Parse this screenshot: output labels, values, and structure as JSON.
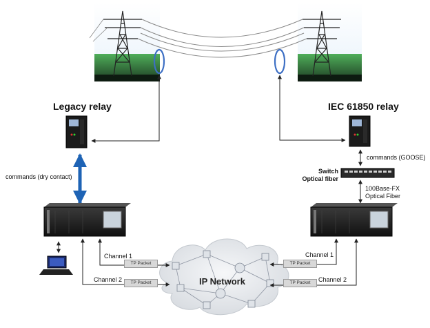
{
  "legacy_relay": {
    "title": "Legacy relay"
  },
  "iec_relay": {
    "title": "IEC 61850 relay"
  },
  "links": {
    "commands_dry_contact": "commands (dry contact)",
    "commands_goose": "commands (GOOSE)",
    "switch_line1": "Switch",
    "switch_line2": "Optical fiber",
    "fiber_line1": "100Base-FX",
    "fiber_line2": "Optical Fiber"
  },
  "channels": {
    "left_ch1": "Channel 1",
    "left_ch2": "Channel 2",
    "right_ch1": "Channel 1",
    "right_ch2": "Channel 2",
    "packet": "TP Packet"
  },
  "network": {
    "label": "IP Network"
  },
  "colors": {
    "command_link": "#1e63b5",
    "arrow": "#222222",
    "cloud": "#e3e6ea",
    "coil": "#3d6fc4"
  },
  "icons": [
    "transmission-tower-icon",
    "relay-device-icon",
    "teleprotection-terminal-icon",
    "ethernet-switch-icon",
    "laptop-icon"
  ]
}
